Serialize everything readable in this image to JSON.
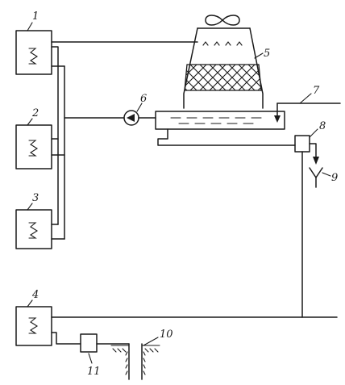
{
  "labels": {
    "l1": "1",
    "l2": "2",
    "l3": "3",
    "l4": "4",
    "l5": "5",
    "l6": "6",
    "l7": "7",
    "l8": "8",
    "l9": "9",
    "l10": "10",
    "l11": "11"
  },
  "colors": {
    "ink": "#1a1a1a",
    "paper": "#ffffff"
  },
  "icons": {
    "fan": "fan-icon",
    "pump": "pump-icon",
    "exchanger_coil": "coil-icon"
  }
}
